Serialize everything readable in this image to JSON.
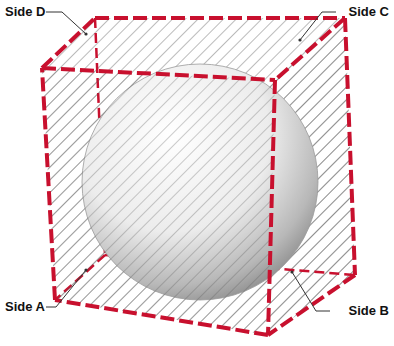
{
  "diagram": {
    "labels": [
      "Side D",
      "Side C",
      "Side A",
      "Side B"
    ]
  }
}
